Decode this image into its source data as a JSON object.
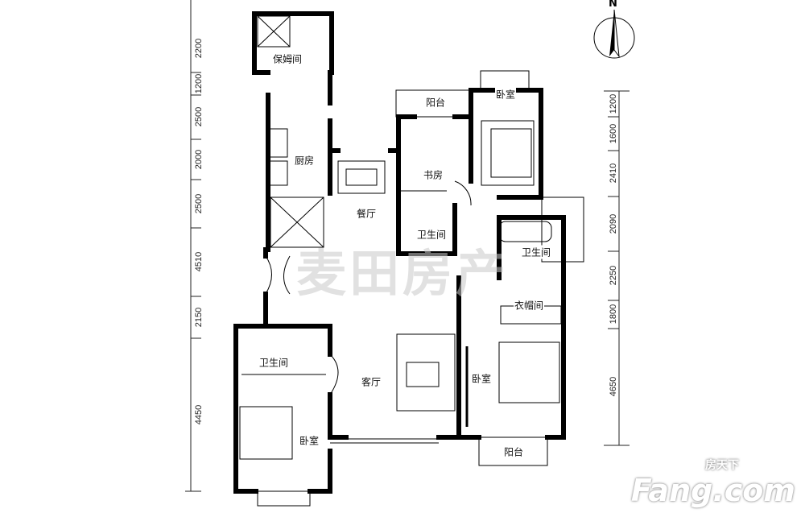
{
  "rooms": {
    "nanny_room": "保姆间",
    "kitchen": "厨房",
    "dining": "餐厅",
    "balcony_top": "阳台",
    "study": "书房",
    "bedroom_ne": "卧室",
    "bath_center": "卫生间",
    "bath_east": "卫生间",
    "closet": "衣帽间",
    "living": "客厅",
    "bedroom_se": "卧室",
    "bath_west": "卫生间",
    "bedroom_sw": "卧室",
    "balcony_bottom": "阳台"
  },
  "dimensions_left": [
    "2200",
    "1200",
    "2500",
    "2000",
    "2500",
    "4510",
    "2150",
    "4450"
  ],
  "dimensions_right": [
    "1200",
    "1600",
    "2410",
    "2090",
    "2250",
    "1800",
    "4650"
  ],
  "compass": "N",
  "watermark": "麦田房产",
  "brand": {
    "cn": "房天下",
    "en": "Fang.com"
  }
}
